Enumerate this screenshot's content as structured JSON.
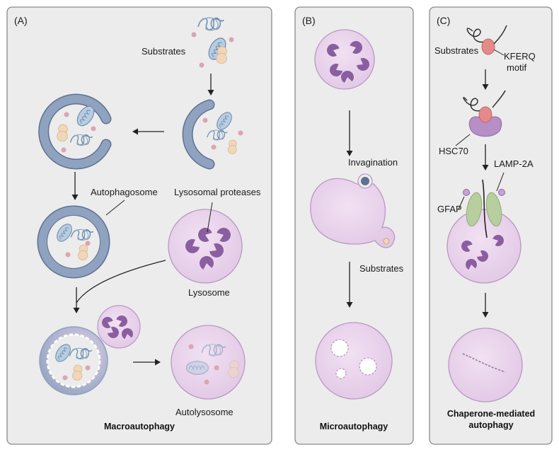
{
  "panels": {
    "a": {
      "letter": "(A)",
      "title": "Macroautophagy"
    },
    "b": {
      "letter": "(B)",
      "title": "Microautophagy"
    },
    "c": {
      "letter": "(C)",
      "title_line1": "Chaperone-mediated",
      "title_line2": "autophagy"
    }
  },
  "labels": {
    "a_substrates": "Substrates",
    "a_autophagosome": "Autophagosome",
    "a_lysosomal_proteases": "Lysosomal proteases",
    "a_lysosome": "Lysosome",
    "a_autolysosome": "Autolysosome",
    "b_invagination": "Invagination",
    "b_substrates": "Substrates",
    "c_substrates": "Substrates",
    "c_kferq_1": "KFERQ",
    "c_kferq_2": "motif",
    "c_hsc70": "HSC70",
    "c_lamp2a": "LAMP-2A",
    "c_gfap": "GFAP"
  },
  "colors": {
    "panel_bg": "#ececec",
    "panel_border": "#8a8a8a",
    "membrane": "#8fa2bf",
    "membrane_dark": "#5f7191",
    "lysosome_fill": "#e9d4ec",
    "lysosome_stroke": "#b998c2",
    "protease": "#8a5ea0",
    "mito_fill": "#b9cde0",
    "mito_stroke": "#6f8fb0",
    "peach": "#f1d7b8",
    "pink_dot": "#d9a6b0",
    "hsc70": "#b58fc6",
    "lamp2a": "#b7cf9e",
    "kferq": "#e58a87"
  }
}
